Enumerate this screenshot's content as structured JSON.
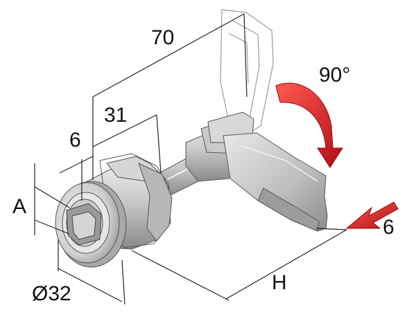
{
  "dimensions": {
    "overall_length": "70",
    "thread_length": "31",
    "flange_thickness": "6",
    "height_a": "A",
    "diameter": "Ø32",
    "lever_offset": "H",
    "lever_thickness": "6",
    "rotation_angle": "90°"
  },
  "colors": {
    "metal_light": "#d9d9d9",
    "metal_mid": "#b4b4b4",
    "metal_dark": "#7a7a7a",
    "dimension_line": "#222222",
    "arrow_red": "#e0141c",
    "arrow_red_dark": "#a30d12"
  },
  "icons": {
    "rotation": "curved-arrow-icon",
    "direction": "straight-arrow-icon"
  }
}
